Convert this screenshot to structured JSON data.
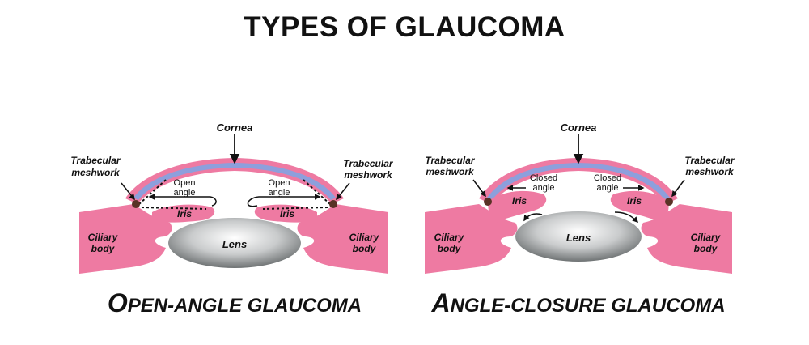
{
  "title": "TYPES OF GLAUCOMA",
  "colors": {
    "tissue": "#ee7aa2",
    "cornea_band": "#8d9fdc",
    "meshwork": "#5a3226",
    "lens": "#8f9394",
    "text": "#111111"
  },
  "open_angle": {
    "caption_initial": "O",
    "caption_rest": "PEN-ANGLE GLAUCOMA",
    "labels": {
      "cornea": "Cornea",
      "trabecular_left_1": "Trabecular",
      "trabecular_left_2": "meshwork",
      "trabecular_right_1": "Trabecular",
      "trabecular_right_2": "meshwork",
      "angle_left_1": "Open",
      "angle_left_2": "angle",
      "angle_right_1": "Open",
      "angle_right_2": "angle",
      "iris_left": "Iris",
      "iris_right": "Iris",
      "lens": "Lens",
      "ciliary_left_1": "Ciliary",
      "ciliary_left_2": "body",
      "ciliary_right_1": "Ciliary",
      "ciliary_right_2": "body"
    }
  },
  "angle_closure": {
    "caption_initial": "A",
    "caption_rest": "NGLE-CLOSURE GLAUCOMA",
    "labels": {
      "cornea": "Cornea",
      "trabecular_left_1": "Trabecular",
      "trabecular_left_2": "meshwork",
      "trabecular_right_1": "Trabecular",
      "trabecular_right_2": "meshwork",
      "angle_left_1": "Closed",
      "angle_left_2": "angle",
      "angle_right_1": "Closed",
      "angle_right_2": "angle",
      "iris_left": "Iris",
      "iris_right": "Iris",
      "lens": "Lens",
      "ciliary_left_1": "Ciliary",
      "ciliary_left_2": "body",
      "ciliary_right_1": "Ciliary",
      "ciliary_right_2": "body"
    }
  }
}
